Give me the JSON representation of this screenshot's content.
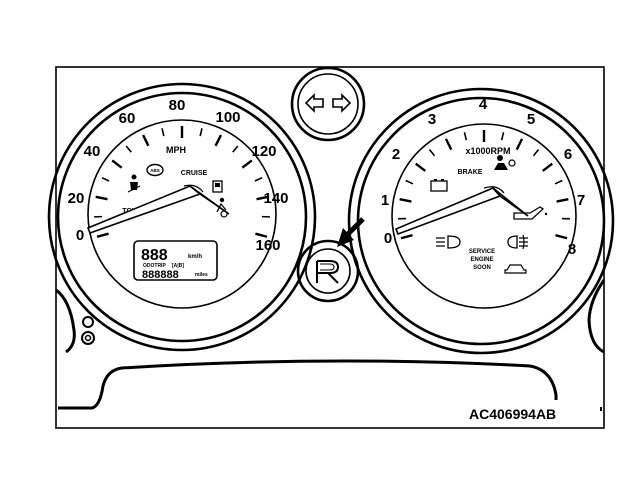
{
  "figure_id": "AC406994AB",
  "speedometer": {
    "speed_labels": [
      "0",
      "20",
      "40",
      "60",
      "80",
      "100",
      "120",
      "140",
      "160"
    ],
    "unit": "MPH",
    "cruise": "CRUISE",
    "tcl": "TCL",
    "abs": "ABS",
    "display": {
      "speed_digits": "888",
      "speed_unit": "km/h",
      "trip_label": "ODOTRIP",
      "trip_badge": "[A|B]",
      "odometer_digits": "888888",
      "odometer_unit": "miles"
    }
  },
  "tachometer": {
    "rpm_labels": [
      "0",
      "1",
      "2",
      "3",
      "4",
      "5",
      "6",
      "7",
      "8"
    ],
    "unit": "x1000RPM",
    "brake": "BRAKE",
    "service_engine_soon": [
      "SERVICE",
      "ENGINE",
      "SOON"
    ]
  },
  "icons": [
    "turn-signal-left-icon",
    "turn-signal-right-icon",
    "reset-button-icon",
    "pointer-arrow-icon",
    "seatbelt-icon",
    "battery-icon",
    "oil-can-icon",
    "headlight-icon",
    "fog-light-icon",
    "airbag-icon",
    "door-ajar-icon"
  ]
}
